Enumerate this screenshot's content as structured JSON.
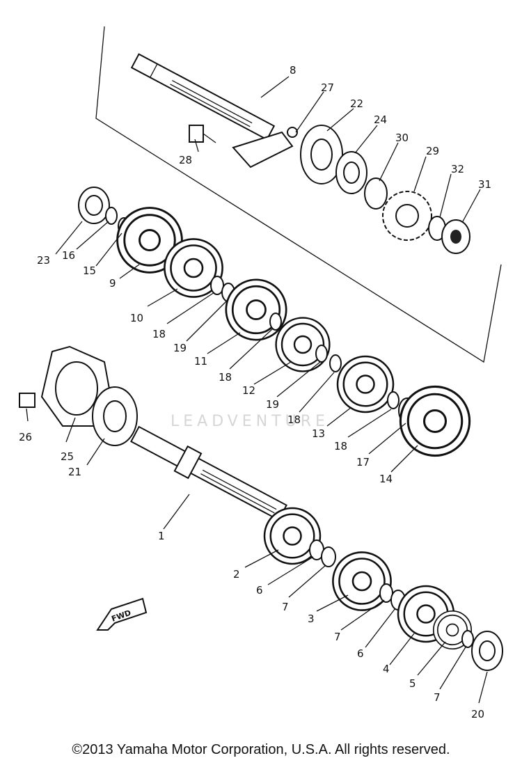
{
  "watermark": "LEADVENTURE",
  "fwd_label": "FWD",
  "copyright": "©2013 Yamaha Motor Corporation, U.S.A. All rights reserved.",
  "callouts": [
    {
      "label": "8"
    },
    {
      "label": "27"
    },
    {
      "label": "22"
    },
    {
      "label": "24"
    },
    {
      "label": "30"
    },
    {
      "label": "29"
    },
    {
      "label": "32"
    },
    {
      "label": "31"
    },
    {
      "label": "28"
    },
    {
      "label": "23"
    },
    {
      "label": "16"
    },
    {
      "label": "15"
    },
    {
      "label": "9"
    },
    {
      "label": "10"
    },
    {
      "label": "18"
    },
    {
      "label": "19"
    },
    {
      "label": "11"
    },
    {
      "label": "18"
    },
    {
      "label": "12"
    },
    {
      "label": "19"
    },
    {
      "label": "18"
    },
    {
      "label": "13"
    },
    {
      "label": "18"
    },
    {
      "label": "17"
    },
    {
      "label": "14"
    },
    {
      "label": "26"
    },
    {
      "label": "25"
    },
    {
      "label": "21"
    },
    {
      "label": "1"
    },
    {
      "label": "2"
    },
    {
      "label": "6"
    },
    {
      "label": "7"
    },
    {
      "label": "3"
    },
    {
      "label": "7"
    },
    {
      "label": "6"
    },
    {
      "label": "4"
    },
    {
      "label": "5"
    },
    {
      "label": "7"
    },
    {
      "label": "20"
    }
  ]
}
